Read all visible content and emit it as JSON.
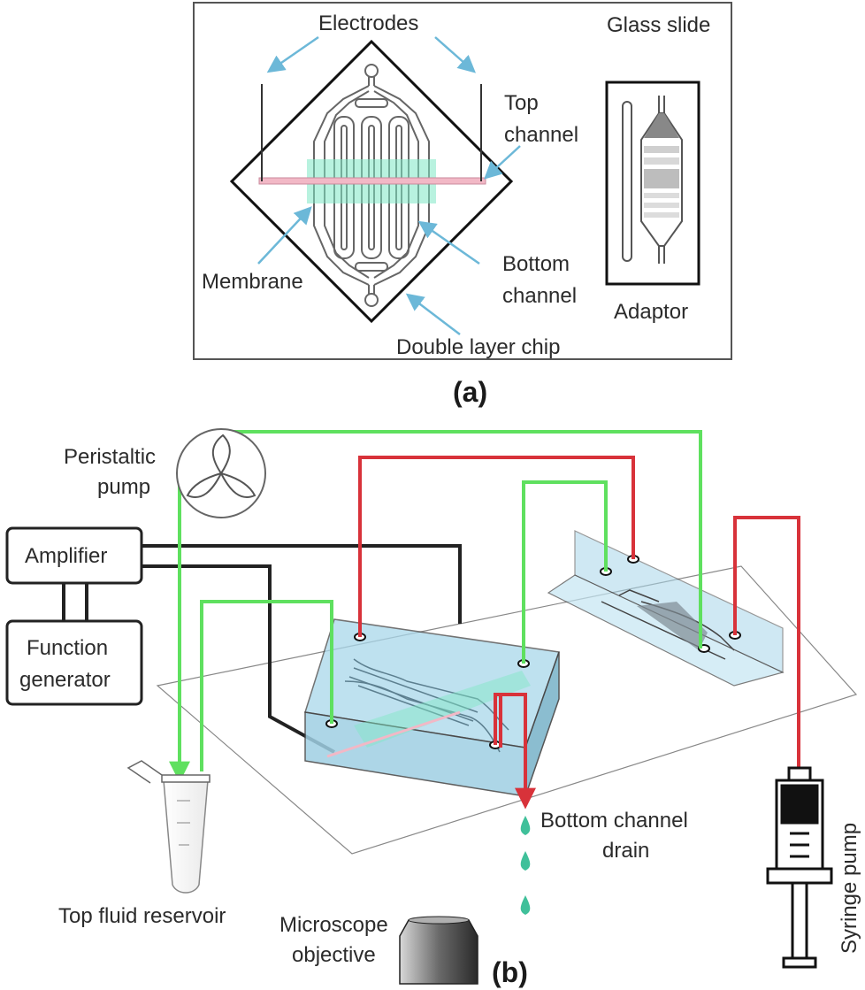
{
  "panel_a": {
    "label": "(a)",
    "electrodes": "Electrodes",
    "glass_slide": "Glass slide",
    "top_channel_line1": "Top",
    "top_channel_line2": "channel",
    "membrane": "Membrane",
    "bottom_channel_line1": "Bottom",
    "bottom_channel_line2": "channel",
    "adaptor": "Adaptor",
    "double_layer_chip": "Double layer chip"
  },
  "panel_b": {
    "label": "(b)",
    "peristaltic_line1": "Peristaltic",
    "peristaltic_line2": "pump",
    "amplifier": "Amplifier",
    "function_line1": "Function",
    "function_line2": "generator",
    "top_fluid_reservoir": "Top fluid reservoir",
    "microscope_line1": "Microscope",
    "microscope_line2": "objective",
    "drain_line1": "Bottom channel",
    "drain_line2": "drain",
    "syringe_pump": "Syringe pump"
  },
  "colors": {
    "green_tube": "#5fe05f",
    "red_tube": "#d8323a",
    "black_wire": "#222222",
    "arrow_blue": "#6cb8d8",
    "membrane_green": "#7ee8c4",
    "chip_fill": "#a9d7ea",
    "droplet": "#40c09a"
  }
}
